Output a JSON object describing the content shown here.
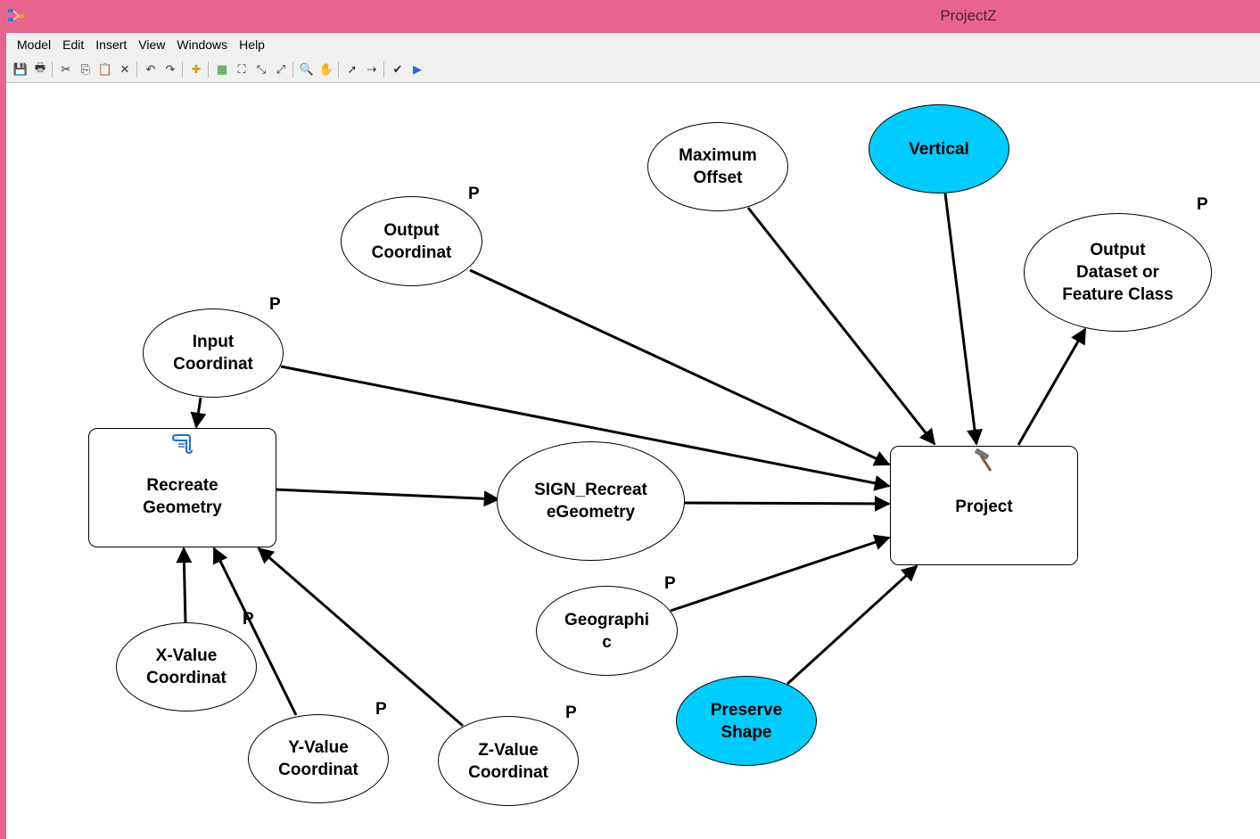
{
  "window": {
    "title": "ProjectZ"
  },
  "menu": [
    "Model",
    "Edit",
    "Insert",
    "View",
    "Windows",
    "Help"
  ],
  "toolbar": [
    {
      "name": "save-icon",
      "glyph": "💾"
    },
    {
      "name": "print-icon",
      "glyph": "🖶"
    },
    {
      "sep": true
    },
    {
      "name": "cut-icon",
      "glyph": "✂"
    },
    {
      "name": "copy-icon",
      "glyph": "⎘"
    },
    {
      "name": "paste-icon",
      "glyph": "📋"
    },
    {
      "name": "delete-icon",
      "glyph": "✕"
    },
    {
      "sep": true
    },
    {
      "name": "undo-icon",
      "glyph": "↶"
    },
    {
      "name": "redo-icon",
      "glyph": "↷"
    },
    {
      "sep": true
    },
    {
      "name": "add-data-icon",
      "glyph": "✚"
    },
    {
      "sep": true
    },
    {
      "name": "auto-layout-icon",
      "glyph": "▦"
    },
    {
      "name": "full-extent-icon",
      "glyph": "⛶"
    },
    {
      "name": "fixed-zoom-in-icon",
      "glyph": "⤡"
    },
    {
      "name": "fixed-zoom-out-icon",
      "glyph": "⤢"
    },
    {
      "sep": true
    },
    {
      "name": "zoom-icon",
      "glyph": "🔍"
    },
    {
      "name": "pan-icon",
      "glyph": "✋"
    },
    {
      "sep": true
    },
    {
      "name": "select-icon",
      "glyph": "➚"
    },
    {
      "name": "connect-icon",
      "glyph": "⇢"
    },
    {
      "sep": true
    },
    {
      "name": "validate-icon",
      "glyph": "✔"
    },
    {
      "name": "run-icon",
      "glyph": "▶"
    }
  ],
  "colors": {
    "titlebar": "#E8648F",
    "variable_blue": "#00CCFF",
    "run": "#1E6FD9",
    "validate": "#1a1a1a"
  },
  "diagram": {
    "nodes": {
      "recreate_geometry": "Recreate\nGeometry",
      "project": "Project",
      "sign_recreate": "SIGN_Recreat\neGeometry",
      "input_coordinat": "Input\nCoordinat",
      "output_coordinat": "Output\nCoordinat",
      "maximum_offset": "Maximum\nOffset",
      "vertical": "Vertical",
      "output_dataset": "Output\nDataset or\nFeature Class",
      "geographic": "Geographi\nc",
      "preserve_shape": "Preserve\nShape",
      "x_value": "X-Value\nCoordinat",
      "y_value": "Y-Value\nCoordinat",
      "z_value": "Z-Value\nCoordinat"
    },
    "p_label": "P",
    "tool_icons": {
      "script": "script-tool-icon",
      "hammer": "hammer-tool-icon"
    }
  }
}
